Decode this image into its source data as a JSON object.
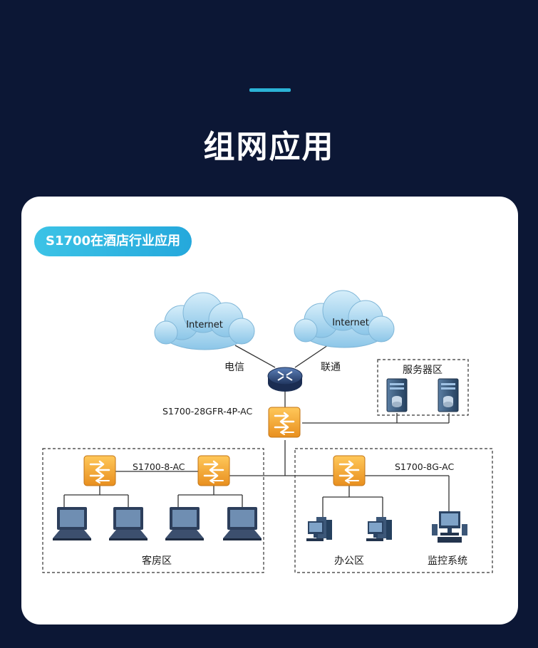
{
  "header": {
    "title": "组网应用"
  },
  "badge": {
    "label": "S1700在酒店行业应用"
  },
  "clouds": [
    {
      "label": "Internet"
    },
    {
      "label": "Internet"
    }
  ],
  "links": {
    "left_isp": "电信",
    "right_isp": "联通"
  },
  "devices": {
    "core_switch": "S1700-28GFR-4P-AC",
    "room_switch": "S1700-8-AC",
    "office_switch": "S1700-8G-AC"
  },
  "zones": {
    "server": "服务器区",
    "guest_rooms": "客房区",
    "office": "办公区",
    "monitoring": "监控系统"
  },
  "colors": {
    "background": "#0c1735",
    "accent": "#2bb3d6",
    "switch": "#f0a431",
    "cloud": "#a9d6ef"
  }
}
